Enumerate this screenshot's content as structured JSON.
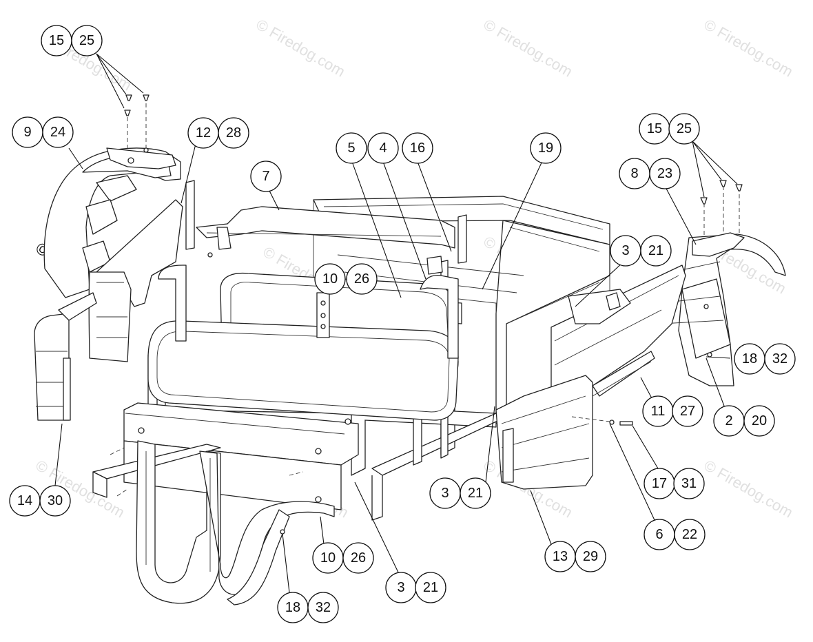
{
  "watermark": {
    "text": "© Firedog.com"
  },
  "callouts": [
    {
      "label": "15"
    },
    {
      "label": "25"
    },
    {
      "label": "9"
    },
    {
      "label": "24"
    },
    {
      "label": "12"
    },
    {
      "label": "28"
    },
    {
      "label": "7"
    },
    {
      "label": "5"
    },
    {
      "label": "4"
    },
    {
      "label": "16"
    },
    {
      "label": "19"
    },
    {
      "label": "15"
    },
    {
      "label": "25"
    },
    {
      "label": "8"
    },
    {
      "label": "23"
    },
    {
      "label": "3"
    },
    {
      "label": "21"
    },
    {
      "label": "10"
    },
    {
      "label": "26"
    },
    {
      "label": "18"
    },
    {
      "label": "32"
    },
    {
      "label": "11"
    },
    {
      "label": "27"
    },
    {
      "label": "2"
    },
    {
      "label": "20"
    },
    {
      "label": "3"
    },
    {
      "label": "21"
    },
    {
      "label": "17"
    },
    {
      "label": "31"
    },
    {
      "label": "14"
    },
    {
      "label": "30"
    },
    {
      "label": "6"
    },
    {
      "label": "22"
    },
    {
      "label": "10"
    },
    {
      "label": "26"
    },
    {
      "label": "13"
    },
    {
      "label": "29"
    },
    {
      "label": "3"
    },
    {
      "label": "21"
    },
    {
      "label": "18"
    },
    {
      "label": "32"
    }
  ]
}
